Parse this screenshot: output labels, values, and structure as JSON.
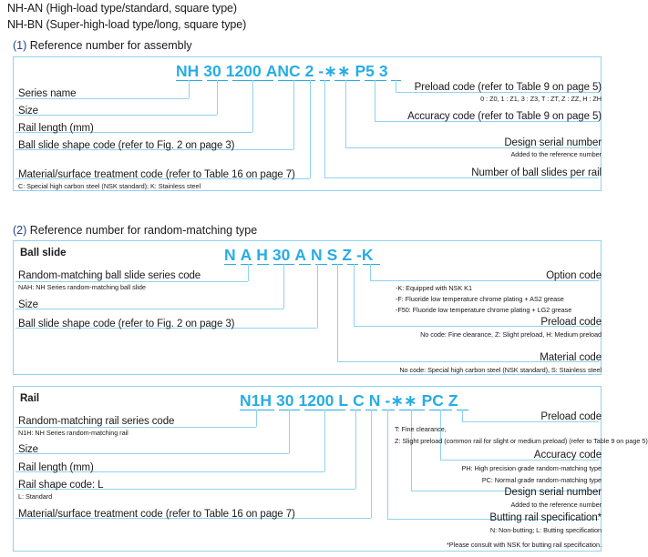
{
  "document": {
    "title_lines": [
      "NH-AN (High-load type/standard, square type)",
      "NH-BN (Super-high-load type/long, square type)"
    ]
  },
  "section1": {
    "number": "(1)",
    "heading": "Reference number for assembly",
    "part_number_tokens": [
      "NH",
      "30",
      "1200",
      "AN",
      "C",
      "2",
      "-∗∗",
      "P5",
      "3"
    ],
    "left_callouts": [
      {
        "label": "Series name",
        "sub": ""
      },
      {
        "label": "Size",
        "sub": ""
      },
      {
        "label": "Rail length (mm)",
        "sub": ""
      },
      {
        "label": "Ball slide shape code (refer to Fig. 2 on page 3)",
        "sub": ""
      },
      {
        "label": "Material/surface treatment code (refer to Table 16 on page 7)",
        "sub": "C: Special high carbon steel (NSK standard); K: Stainless steel"
      }
    ],
    "right_callouts": [
      {
        "label": "Preload code (refer to Table 9 on page 5)",
        "sub": "0 : Z0, 1 : Z1, 3 : Z3, T : ZT, Z : ZZ, H : ZH"
      },
      {
        "label": "Accuracy code (refer to Table 9 on page 5)",
        "sub": ""
      },
      {
        "label": "Design serial number",
        "sub": "Added to the reference number"
      },
      {
        "label": "Number of ball slides per rail",
        "sub": ""
      }
    ]
  },
  "section2": {
    "number": "(2)",
    "heading": "Reference number for random-matching type",
    "ball_slide": {
      "box_title": "Ball slide",
      "part_number_tokens": [
        "N",
        "A",
        "H",
        "30",
        "A",
        "N",
        "S",
        "Z",
        "-K"
      ],
      "left_callouts": [
        {
          "label": "Random-matching ball slide series code",
          "sub": "NAH: NH Series random-matching ball slide"
        },
        {
          "label": "Size",
          "sub": ""
        },
        {
          "label": "Ball slide shape code (refer to Fig. 2 on page 3)",
          "sub": ""
        }
      ],
      "right_callouts": [
        {
          "label": "Option code",
          "subs": [
            "-K: Equipped with NSK K1",
            "-F:  Fluoride low temperature chrome plating + AS2 grease",
            "-F50: Fluoride low temperature chrome plating + LG2 grease"
          ]
        },
        {
          "label": "Preload code",
          "subs": [
            "No code: Fine clearance, Z: Slight preload, H: Medium preload"
          ]
        },
        {
          "label": "Material code",
          "subs": [
            "No code: Special high carbon steel (NSK standard), S: Stainless steel"
          ]
        }
      ]
    },
    "rail": {
      "box_title": "Rail",
      "part_number_tokens": [
        "N1H",
        "30",
        "1200",
        "L",
        "C",
        "N",
        "-∗∗",
        "PC",
        "Z"
      ],
      "left_callouts": [
        {
          "label": "Random-matching rail series code",
          "sub": "N1H: NH Series random-matching rail"
        },
        {
          "label": "Size",
          "sub": ""
        },
        {
          "label": "Rail length (mm)",
          "sub": ""
        },
        {
          "label": "Rail shape code: L",
          "sub": "L: Standard"
        },
        {
          "label": "Material/surface treatment code (refer to Table 16 on page 7)",
          "sub": ""
        }
      ],
      "right_callouts": [
        {
          "label": "Preload code",
          "subs": [
            "T: Fine clearance,",
            "Z: Slight preload (common rail for slight or medium preload) (refer to Table 9 on page 5)"
          ]
        },
        {
          "label": "Accuracy code",
          "subs": [
            "PH: High precision grade random-matching type",
            "PC: Normal grade random-matching type"
          ]
        },
        {
          "label": "Design serial number",
          "subs": [
            "Added to the reference number"
          ]
        },
        {
          "label": "Butting rail specification*",
          "subs": [
            "N: Non-butting; L: Butting specification"
          ]
        }
      ],
      "footnote": "*Please consult with NSK for butting rail specification."
    }
  },
  "colors": {
    "accent": "#27ade4",
    "line": "#8fd3ef",
    "heading_number": "#24408e"
  }
}
